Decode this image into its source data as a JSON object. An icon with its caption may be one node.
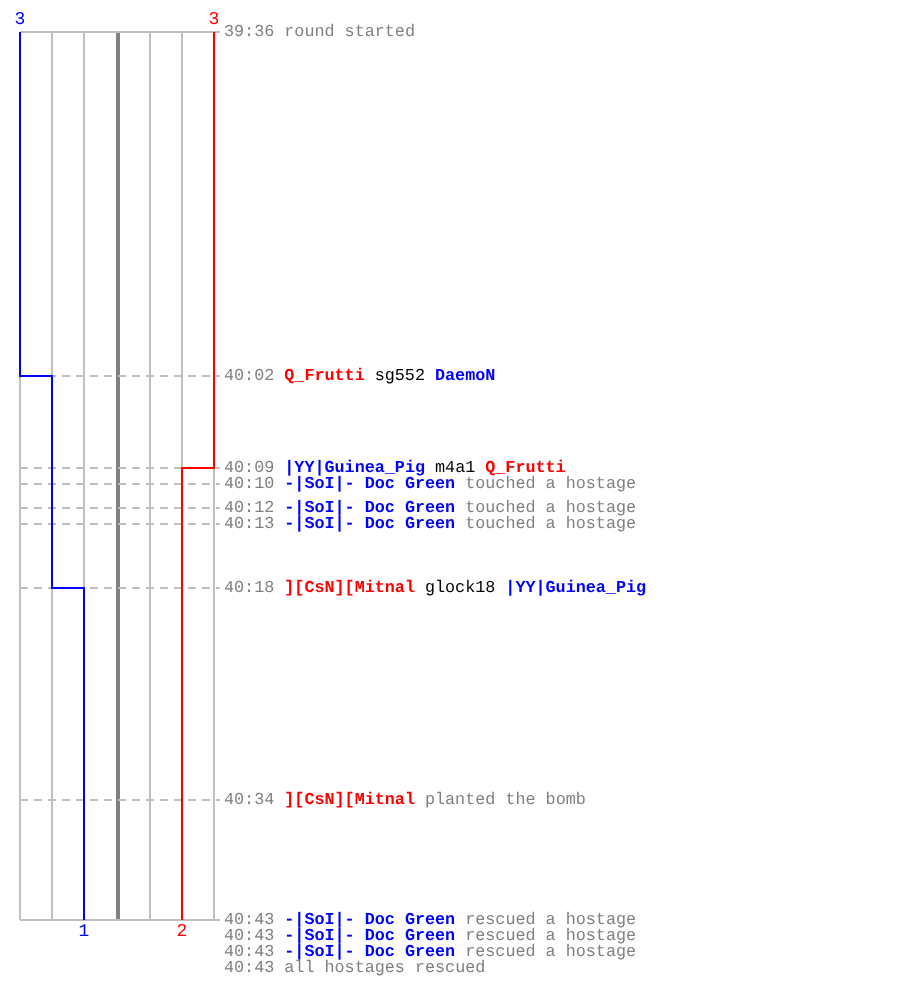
{
  "diagram": {
    "labels": [
      "3",
      "3",
      "39:36",
      "round started",
      "40:02",
      "Q_Frutti",
      "sg552",
      "DaemoN",
      "40:09",
      "|YY|Guinea_Pig",
      "m4a1",
      "Q_Frutti",
      "40:10",
      "-|SoI|- Doc Green",
      "touched a hostage",
      "40:12",
      "-|SoI|- Doc Green",
      "touched a hostage",
      "40:13",
      "-|SoI|- Doc Green",
      "touched a hostage",
      "40:18",
      "][CsN][Mitnal",
      "glock18",
      "|YY|Guinea_Pig",
      "40:34",
      "][CsN][Mitnal",
      "planted the bomb",
      "40:43",
      "-|SoI|- Doc Green",
      "rescued a hostage",
      "40:43",
      "-|SoI|- Doc Green",
      "rescued a hostage",
      "40:43",
      "-|SoI|- Doc Green",
      "rescued a hostage",
      "40:43",
      "all hostages rescued",
      "1",
      "2"
    ]
  }
}
